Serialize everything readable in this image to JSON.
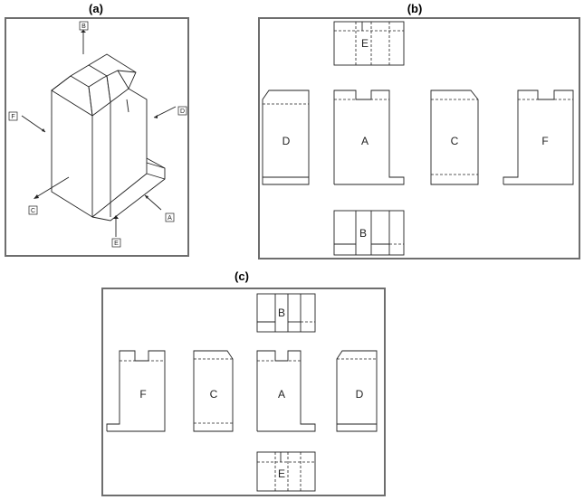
{
  "panels": [
    {
      "label": "(a)"
    },
    {
      "label": "(b)"
    },
    {
      "label": "(c)"
    }
  ],
  "pictorial": {
    "direction_tags": [
      "A",
      "B",
      "C",
      "D",
      "E",
      "F"
    ]
  },
  "view_b": {
    "views": [
      "E",
      "D",
      "A",
      "C",
      "F",
      "B"
    ]
  },
  "view_c": {
    "views": [
      "B",
      "F",
      "C",
      "A",
      "D",
      "E"
    ]
  }
}
